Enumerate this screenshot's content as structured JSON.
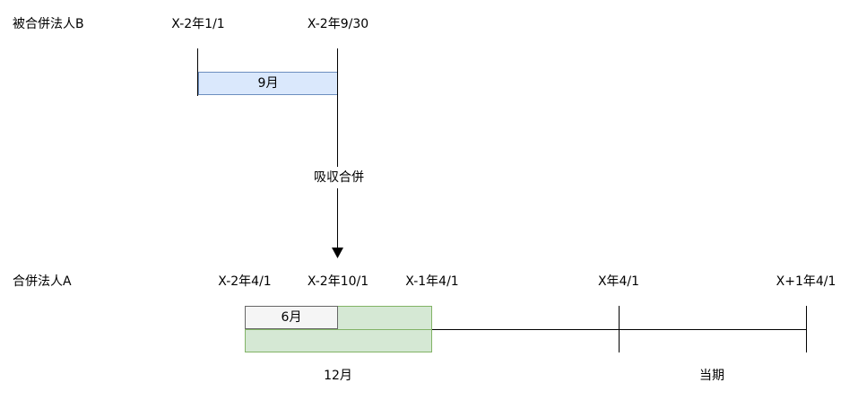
{
  "company_b": {
    "name": "被合併法人B",
    "date_start": "X-2年1/1",
    "date_end": "X-2年9/30",
    "period_box": "9月"
  },
  "merger": {
    "label": "吸収合併"
  },
  "company_a": {
    "name": "合併法人A",
    "dates": [
      "X-2年4/1",
      "X-2年10/1",
      "X-1年4/1",
      "X年4/1",
      "X+1年4/1"
    ],
    "small_box": "6月",
    "big_box_label": "12月",
    "current_period": "当期"
  },
  "colors": {
    "blue_fill": "#dae8fc",
    "blue_stroke": "#6c8ebf",
    "green_fill": "#d5e8d4",
    "green_stroke": "#82b366",
    "gray_fill": "#f5f5f5",
    "gray_stroke": "#666666"
  }
}
